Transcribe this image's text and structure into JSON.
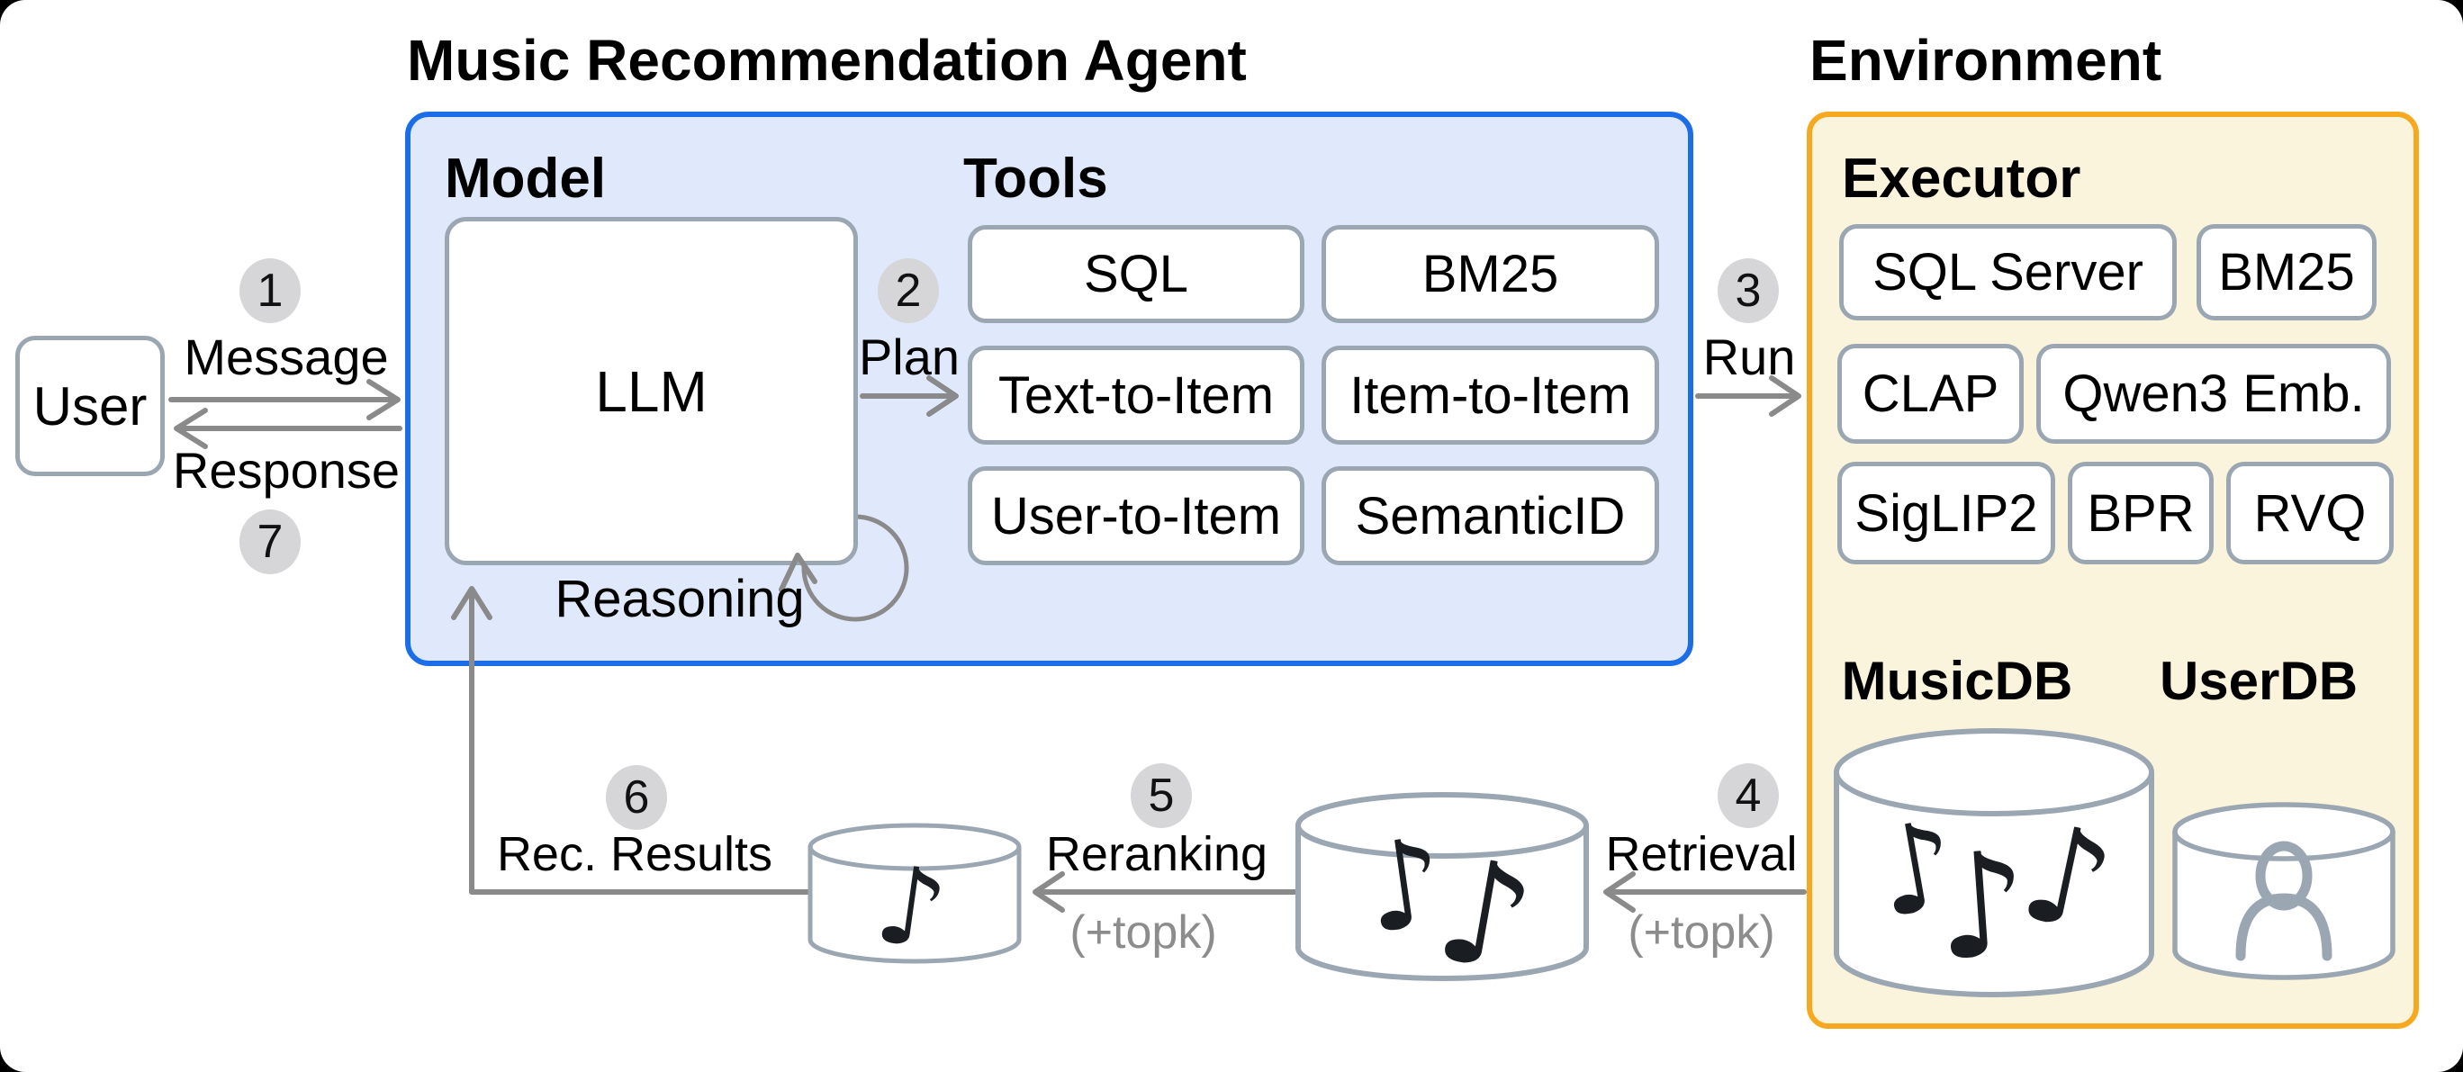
{
  "titles": {
    "agent": "Music Recommendation Agent",
    "environment": "Environment"
  },
  "user": {
    "label": "User"
  },
  "agent": {
    "model_header": "Model",
    "llm_label": "LLM",
    "reasoning_label": "Reasoning",
    "tools_header": "Tools",
    "tools": [
      "SQL",
      "BM25",
      "Text-to-Item",
      "Item-to-Item",
      "User-to-Item",
      "SemanticID"
    ]
  },
  "environment": {
    "executor_header": "Executor",
    "executors": [
      "SQL Server",
      "BM25",
      "CLAP",
      "Qwen3 Emb.",
      "SigLIP2",
      "BPR",
      "RVQ"
    ],
    "databases": [
      {
        "label": "MusicDB"
      },
      {
        "label": "UserDB"
      }
    ]
  },
  "flow_steps": {
    "message": {
      "num": "1",
      "label": "Message"
    },
    "plan": {
      "num": "2",
      "label": "Plan"
    },
    "run": {
      "num": "3",
      "label": "Run"
    },
    "retrieval": {
      "num": "4",
      "label": "Retrieval",
      "annotation": "(+topk)"
    },
    "reranking": {
      "num": "5",
      "label": "Reranking",
      "annotation": "(+topk)"
    },
    "rec_results": {
      "num": "6",
      "label": "Rec. Results"
    },
    "response": {
      "num": "7",
      "label": "Response"
    }
  },
  "icons": {
    "music_note": "♪"
  },
  "colors": {
    "agent_border": "#1C6EE8",
    "agent_fill": "#DFE9FB",
    "env_border": "#F6A81F",
    "env_fill": "#FBF4DC",
    "node_border": "#9AA6B2",
    "arrow": "#8A8A8A",
    "badge_fill": "#D6D6D8",
    "note_color": "#1A1D22"
  }
}
